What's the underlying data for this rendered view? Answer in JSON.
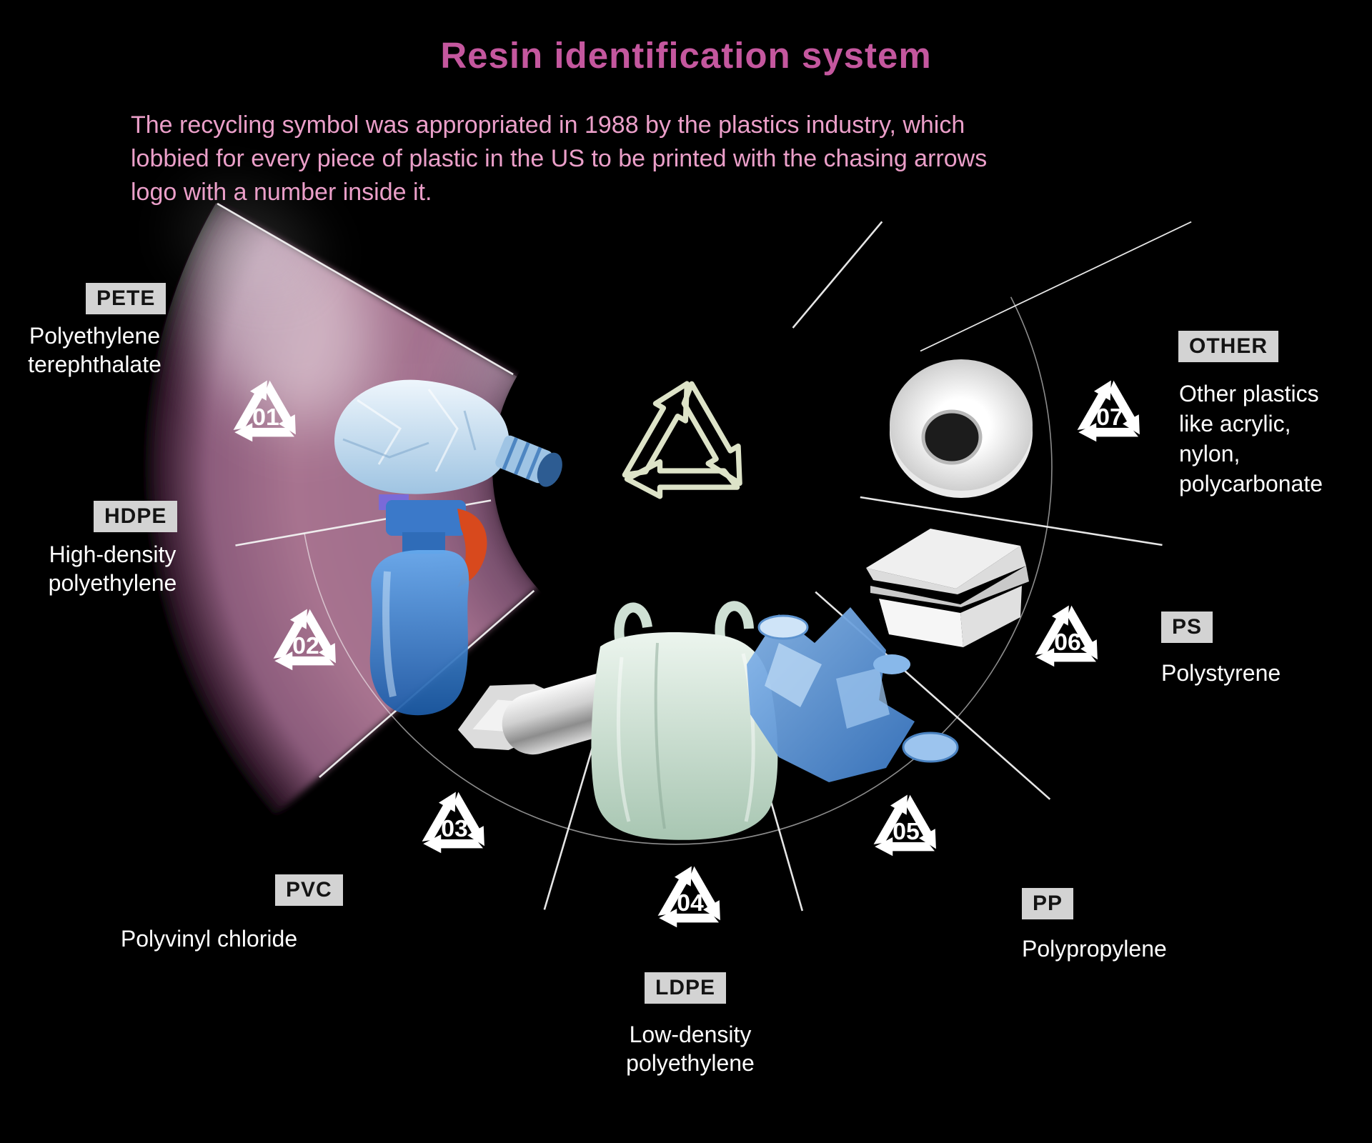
{
  "title": "Resin identification system",
  "intro_lines": [
    "The recycling symbol was appropriated in 1988 by the plastics industry, which",
    "lobbied for every piece of plastic in the US to be printed with the chasing arrows",
    "logo with a number inside it."
  ],
  "icons": {
    "center": "chasing-arrows-recycling-symbol",
    "resin_marker": "recycling-triangle-with-number"
  },
  "colors": {
    "background": "#000000",
    "title_pink": "#c4579e",
    "intro_pink": "#eb9fc9",
    "highlight_mauve": "#a4718e",
    "center_icon_cream": "#dde3c8",
    "chip_bg": "#d3d3d3",
    "chip_text": "#141414",
    "label_white": "#ffffff"
  },
  "resins": [
    {
      "code": "01",
      "abbr": "PETE",
      "name": "Polyethylene terephthalate",
      "name_lines": [
        "Polyethylene",
        "terephthalate"
      ],
      "highlighted": true
    },
    {
      "code": "02",
      "abbr": "HDPE",
      "name": "High-density polyethylene",
      "name_lines": [
        "High-density",
        "polyethylene"
      ],
      "highlighted": true
    },
    {
      "code": "03",
      "abbr": "PVC",
      "name": "Polyvinyl chloride",
      "name_lines": [
        "Polyvinyl chloride"
      ],
      "highlighted": false
    },
    {
      "code": "04",
      "abbr": "LDPE",
      "name": "Low-density polyethylene",
      "name_lines": [
        "Low-density",
        "polyethylene"
      ],
      "highlighted": false
    },
    {
      "code": "05",
      "abbr": "PP",
      "name": "Polypropylene",
      "name_lines": [
        "Polypropylene"
      ],
      "highlighted": false
    },
    {
      "code": "06",
      "abbr": "PS",
      "name": "Polystyrene",
      "name_lines": [
        "Polystyrene"
      ],
      "highlighted": false
    },
    {
      "code": "07",
      "abbr": "OTHER",
      "name": "Other plastics like acrylic, nylon, polycarbonate",
      "name_lines": [
        "Other plastics",
        "like acrylic,",
        "nylon,",
        "polycarbonate"
      ],
      "highlighted": false
    }
  ]
}
